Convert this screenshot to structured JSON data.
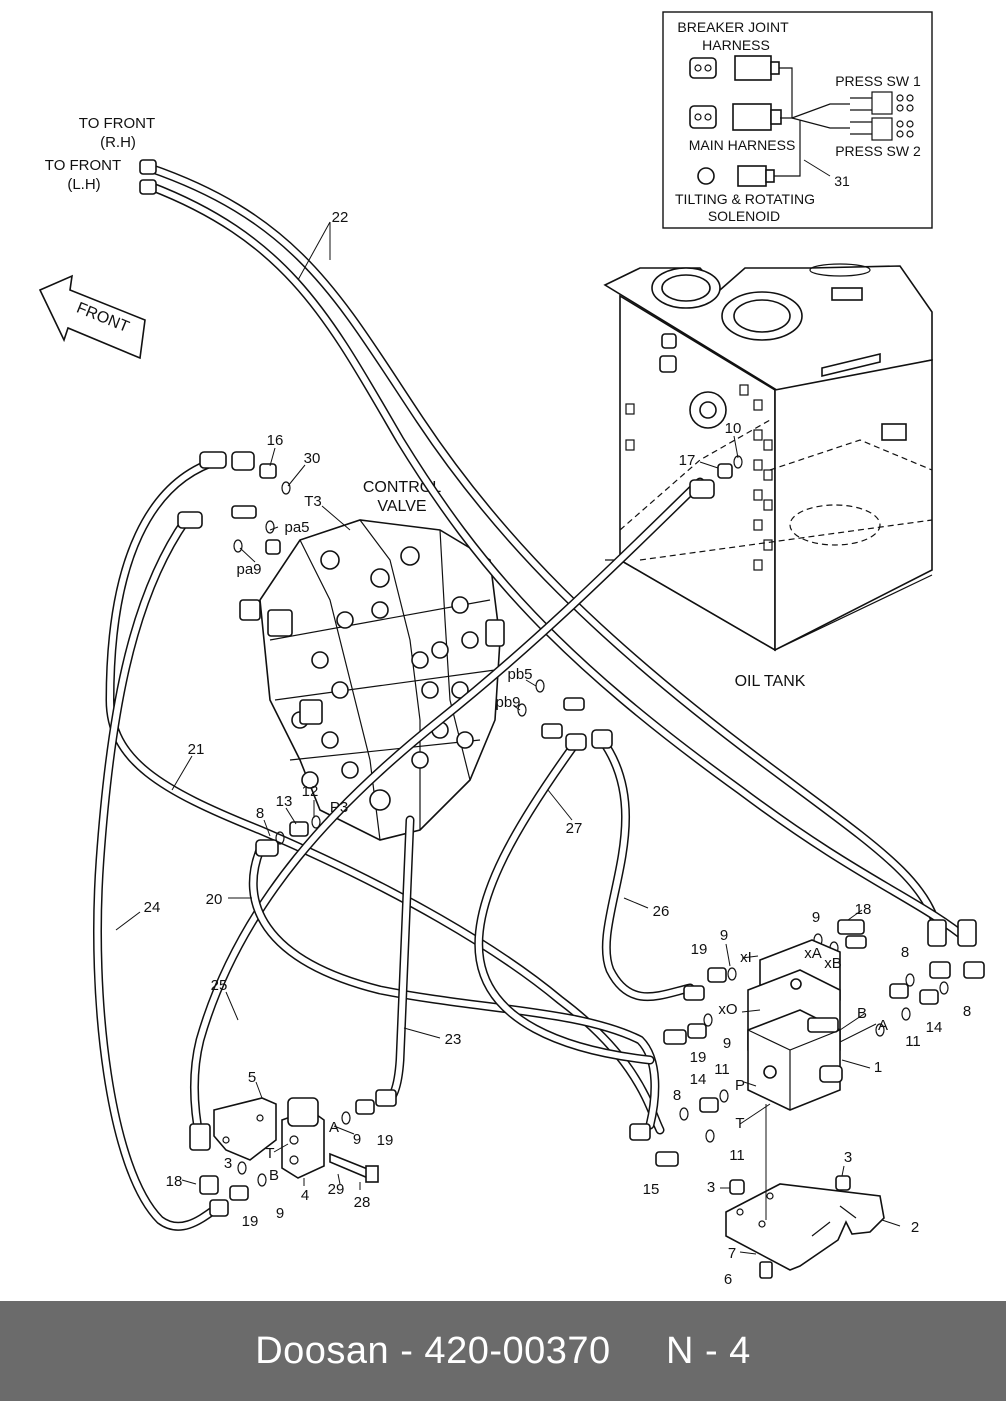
{
  "footer": {
    "text": "Doosan - 420-00370     N - 4"
  },
  "inset": {
    "breaker_joint_harness": [
      "BREAKER JOINT",
      "HARNESS"
    ],
    "main_harness": "MAIN HARNESS",
    "tilting_rotating_solenoid": [
      "TILTING & ROTATING",
      "SOLENOID"
    ],
    "press_sw_1": "PRESS SW 1",
    "press_sw_2": "PRESS SW 2",
    "part_31": "31"
  },
  "labels": {
    "to_front_rh": [
      "TO FRONT",
      "(R.H)"
    ],
    "to_front_lh": [
      "TO FRONT",
      "(L.H)"
    ],
    "front_arrow": "FRONT",
    "control_valve": [
      "CONTROL",
      "VALVE"
    ],
    "oil_tank": "OIL TANK"
  },
  "callouts": [
    {
      "id": "c22",
      "text": "22"
    },
    {
      "id": "c16",
      "text": "16"
    },
    {
      "id": "c30",
      "text": "30"
    },
    {
      "id": "cT3",
      "text": "T3"
    },
    {
      "id": "cpa5",
      "text": "pa5"
    },
    {
      "id": "cpa9",
      "text": "pa9"
    },
    {
      "id": "c17",
      "text": "17"
    },
    {
      "id": "c10",
      "text": "10"
    },
    {
      "id": "cpb5",
      "text": "pb5"
    },
    {
      "id": "cpb9",
      "text": "pb9"
    },
    {
      "id": "c21",
      "text": "21"
    },
    {
      "id": "c8a",
      "text": "8"
    },
    {
      "id": "c13",
      "text": "13"
    },
    {
      "id": "c12",
      "text": "12"
    },
    {
      "id": "cP3",
      "text": "P3"
    },
    {
      "id": "c27",
      "text": "27"
    },
    {
      "id": "c24",
      "text": "24"
    },
    {
      "id": "c20",
      "text": "20"
    },
    {
      "id": "c26",
      "text": "26"
    },
    {
      "id": "c25",
      "text": "25"
    },
    {
      "id": "c23",
      "text": "23"
    },
    {
      "id": "c9a",
      "text": "9"
    },
    {
      "id": "cxI",
      "text": "xI"
    },
    {
      "id": "c9b",
      "text": "9"
    },
    {
      "id": "c18a",
      "text": "18"
    },
    {
      "id": "cxA",
      "text": "xA"
    },
    {
      "id": "cxB",
      "text": "xB"
    },
    {
      "id": "c19a",
      "text": "19"
    },
    {
      "id": "c8b",
      "text": "8"
    },
    {
      "id": "cxO",
      "text": "xO"
    },
    {
      "id": "cB1",
      "text": "B"
    },
    {
      "id": "cA1",
      "text": "A"
    },
    {
      "id": "c14a",
      "text": "14"
    },
    {
      "id": "c8c",
      "text": "8"
    },
    {
      "id": "c9c",
      "text": "9"
    },
    {
      "id": "c11a",
      "text": "11"
    },
    {
      "id": "c19b",
      "text": "19"
    },
    {
      "id": "c1",
      "text": "1"
    },
    {
      "id": "c5",
      "text": "5"
    },
    {
      "id": "c11b",
      "text": "11"
    },
    {
      "id": "c14b",
      "text": "14"
    },
    {
      "id": "cP",
      "text": "P"
    },
    {
      "id": "c8d",
      "text": "8"
    },
    {
      "id": "cA2",
      "text": "A"
    },
    {
      "id": "c9d",
      "text": "9"
    },
    {
      "id": "c19c",
      "text": "19"
    },
    {
      "id": "cT",
      "text": "T"
    },
    {
      "id": "cT2",
      "text": "T"
    },
    {
      "id": "c3a",
      "text": "3"
    },
    {
      "id": "cB2",
      "text": "B"
    },
    {
      "id": "c11c",
      "text": "11"
    },
    {
      "id": "c18b",
      "text": "18"
    },
    {
      "id": "c4",
      "text": "4"
    },
    {
      "id": "c29",
      "text": "29"
    },
    {
      "id": "c15",
      "text": "15"
    },
    {
      "id": "c3b",
      "text": "3"
    },
    {
      "id": "c3c",
      "text": "3"
    },
    {
      "id": "c28",
      "text": "28"
    },
    {
      "id": "c9e",
      "text": "9"
    },
    {
      "id": "c19d",
      "text": "19"
    },
    {
      "id": "c2",
      "text": "2"
    },
    {
      "id": "c7",
      "text": "7"
    },
    {
      "id": "c6",
      "text": "6"
    }
  ]
}
